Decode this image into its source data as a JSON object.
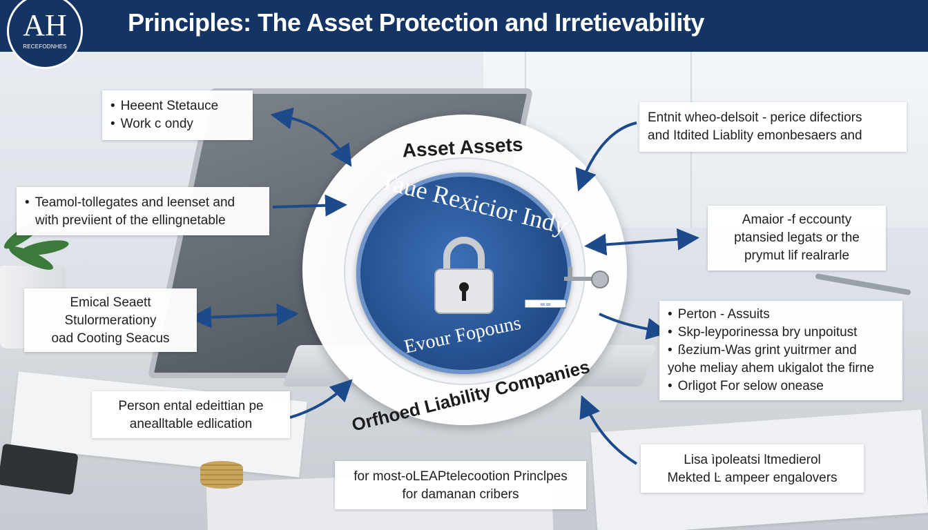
{
  "header": {
    "title": "Principles: The Asset Protection and Irretievability",
    "logo_mark": "AH",
    "logo_sub": "RECEFODNHES"
  },
  "center": {
    "top_ring_label": "Asset Assets",
    "core_top_text": "Taue Rexicior Indy",
    "core_bottom_text": "Evour Fopouns",
    "bottom_ring_label": "Orfhoed Liability Companies",
    "tag_text": "=="
  },
  "callouts": {
    "top_left": [
      "Heeent Stetauce",
      "Work c ondy"
    ],
    "mid_left": [
      "Teamol-tollegates and leenset and",
      "with previient of the ellingnetable"
    ],
    "left": [
      "Emical Seaett",
      "Stulormerationy",
      "oad Cooting Seacus"
    ],
    "bottom_left": [
      "Person ental edeittian pe",
      "anealltable edlication"
    ],
    "bottom_center": [
      "for most-oLEAPtelecootion Princlpes",
      "for damanan cribers"
    ],
    "top_right": [
      "Entnit wheo-delsoit - perice difectiors",
      "and Itdited Liablity emonbesaers and"
    ],
    "mid_right": [
      "Amaior -f eccounty",
      "ptansied legats or the",
      "prymut lif realrarle"
    ],
    "right": [
      "Perton - Assuits",
      "Skp-leyporinessa bry unpoitust",
      "ßezium-Was grint yuitrmer and",
      "yohe meliay ahem ukigalot the firne",
      "Orligot For selow onease"
    ],
    "bottom_right": [
      "Lisa ìpoleatsi ltmedierol",
      "Mekted Ŀ ampeer engalovers"
    ]
  },
  "colors": {
    "header": "#143463",
    "accent": "#1d4a8a",
    "core": "#24508f"
  }
}
